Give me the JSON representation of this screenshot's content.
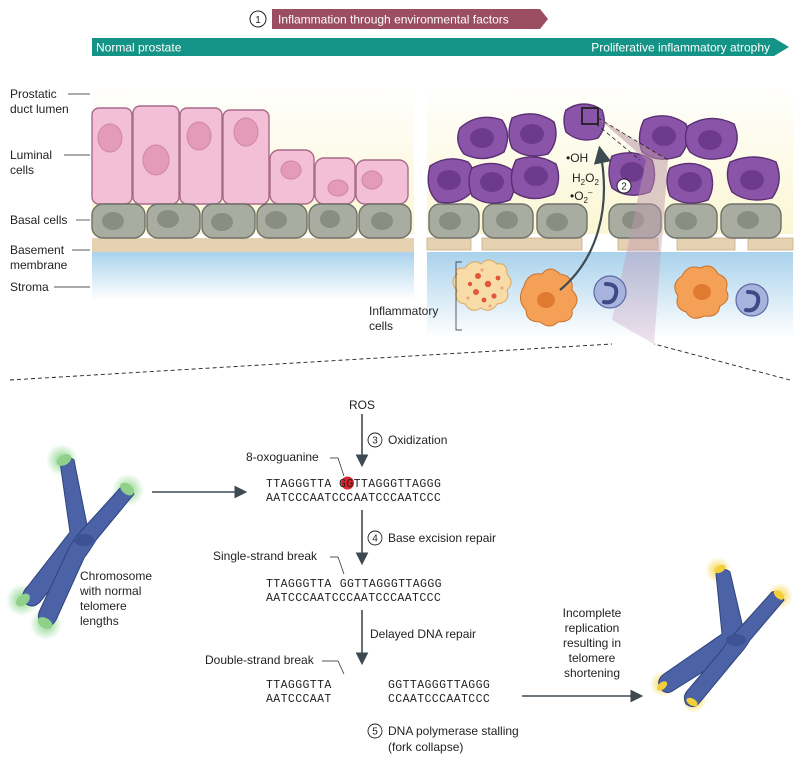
{
  "banner": {
    "step_number": "1",
    "title": "Inflammation through environmental factors",
    "arrow_left": "Normal prostate",
    "arrow_right": "Proliferative inflammatory atrophy"
  },
  "left_labels": {
    "lumen_line1": "Prostatic",
    "lumen_line2": "duct lumen",
    "luminal_line1": "Luminal",
    "luminal_line2": "cells",
    "basal": "Basal cells",
    "membrane_line1": "Basement",
    "membrane_line2": "membrane",
    "stroma": "Stroma"
  },
  "right_panel": {
    "ros_oh": "•OH",
    "ros_h2o2_base": "H",
    "ros_h2o2_sub1": "2",
    "ros_h2o2_mid": "O",
    "ros_h2o2_sub2": "2",
    "ros_o2_base": "•O",
    "ros_o2_sub": "2",
    "ros_o2_sup": "–",
    "step2": "2",
    "inflammatory_line1": "Inflammatory",
    "inflammatory_line2": "cells"
  },
  "process": {
    "ros": "ROS",
    "step3_num": "3",
    "step3": "Oxidization",
    "oxoguanine": "8-oxoguanine",
    "seq1_top_a": "TTAGGGTTA",
    "seq1_mark": "G",
    "seq1_top_b": "GGTTAGGGTTAGGG",
    "seq1_bottom": "AATCCCAATCCCAATCCCAATCCC",
    "step4_num": "4",
    "step4": "Base excision repair",
    "ssb": "Single-strand break",
    "seq2_top_a": "TTAGGGTTA",
    "seq2_top_b": "GGTTAGGGTTAGGG",
    "seq2_bottom": "AATCCCAATCCCAATCCCAATCCC",
    "delayed": "Delayed DNA repair",
    "dsb": "Double-strand break",
    "seq3_top_a": "TTAGGGTTA",
    "seq3_top_b": "GGTTAGGGTTAGGG",
    "seq3_bottom_a": "AATCCCAAT",
    "seq3_bottom_b": "CCAATCCCAATCCC",
    "step5_num": "5",
    "step5_line1": "DNA polymerase stalling",
    "step5_line2": "(fork collapse)"
  },
  "chromosomes": {
    "left_line1": "Chromosome",
    "left_line2": "with normal",
    "left_line3": "telomere",
    "left_line4": "lengths",
    "right_line1": "Incomplete",
    "right_line2": "replication",
    "right_line3": "resulting in",
    "right_line4": "telomere",
    "right_line5": "shortening"
  },
  "colors": {
    "banner": "#9b4d62",
    "teal_arrow": "#139486",
    "luminal_pink": "#f2bfd6",
    "luminal_purple": "#8a54a8",
    "basal_gray": "#a9aca0",
    "membrane": "#e6d2b0",
    "stroma": "#bfdcee",
    "lumen": "#fbf7d8",
    "chromosome": "#4b63a6",
    "telomere_green": "#8fd08a",
    "telomere_yellow": "#f3cf3a",
    "oxoguanine_red": "#d9252b",
    "arrow_gray": "#3d4a52"
  }
}
